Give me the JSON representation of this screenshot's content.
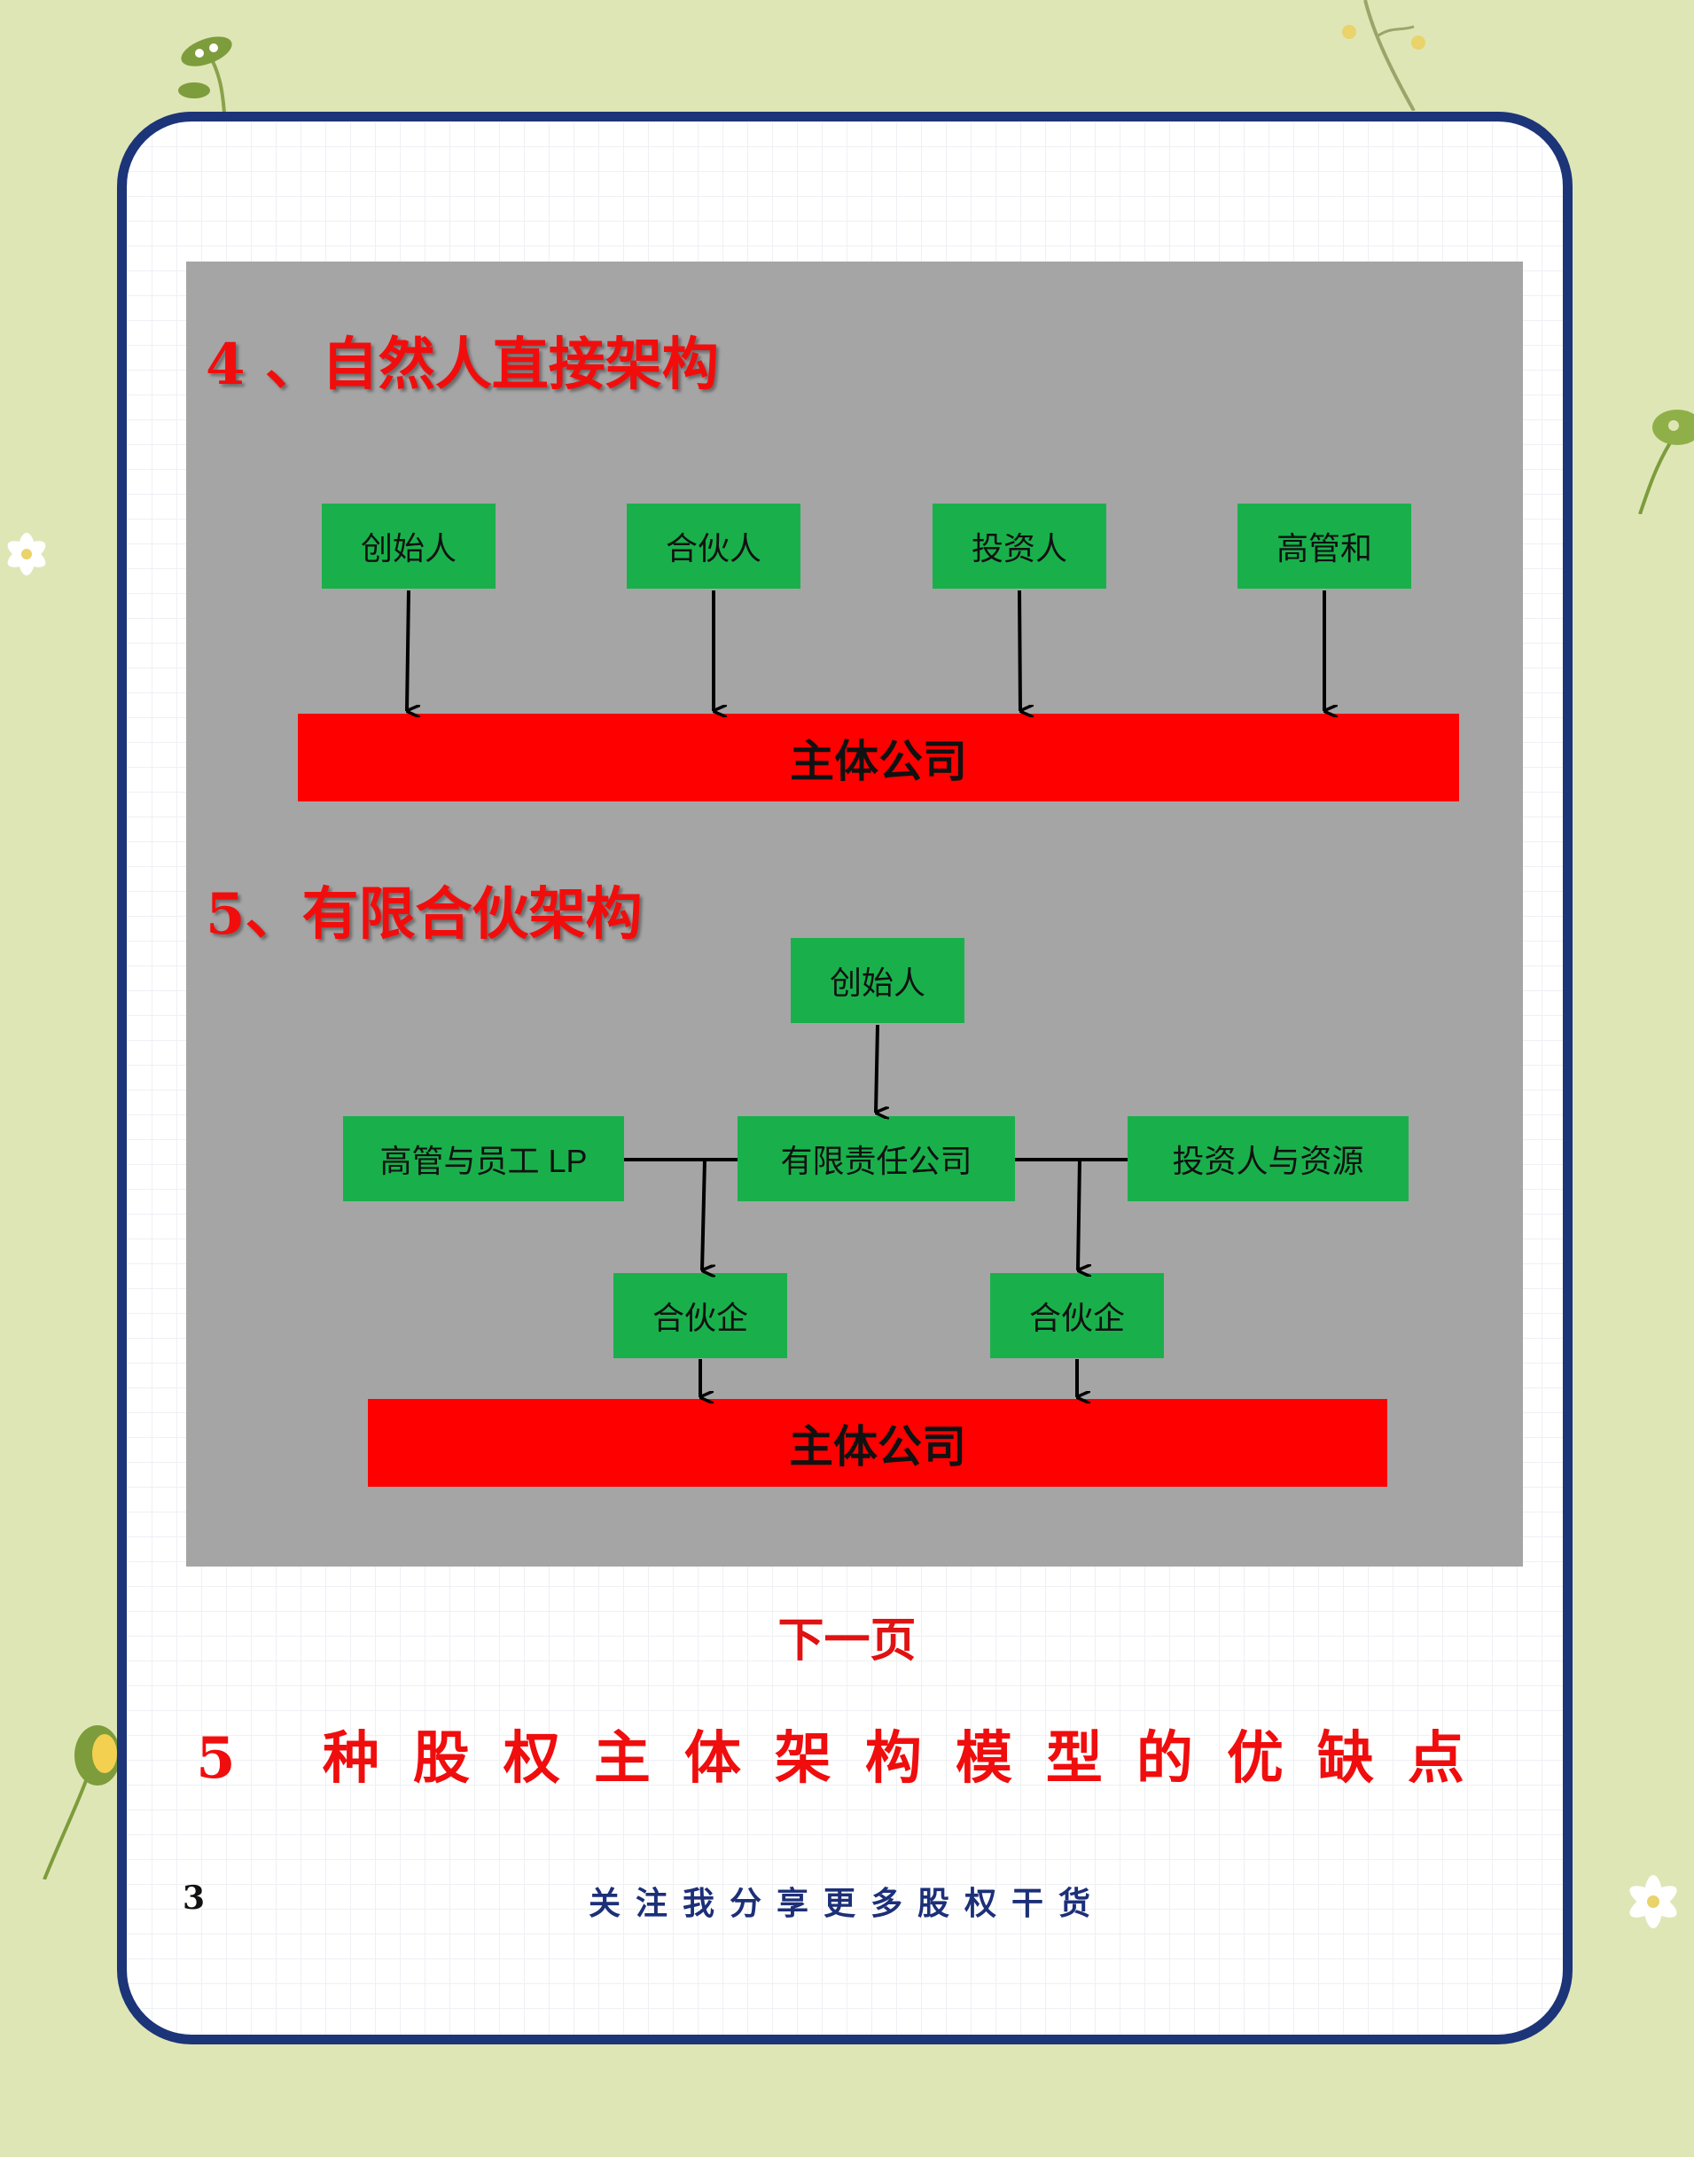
{
  "section4": {
    "title": "4 、自然人直接架构",
    "boxes": [
      "创始人",
      "合伙人",
      "投资人",
      "高管和"
    ],
    "company": "主体公司"
  },
  "section5": {
    "title": "5、有限合伙架构",
    "founder": "创始人",
    "llc": "有限责任公司",
    "left_lp": "高管与员工 LP",
    "right_lp": "投资人与资源",
    "partnership_left": "合伙企",
    "partnership_right": "合伙企",
    "company": "主体公司"
  },
  "next_page_label": "下一页",
  "next_title": "5 种股权主体架构模型的优缺点",
  "page_number": "3",
  "footer": "关注我分享更多股权干货",
  "colors": {
    "background": "#dfe6b6",
    "card_border": "#1c3478",
    "panel": "#a5a5a5",
    "box": "#19b04b",
    "bar": "#ff0000",
    "heading": "#f20d0d"
  }
}
